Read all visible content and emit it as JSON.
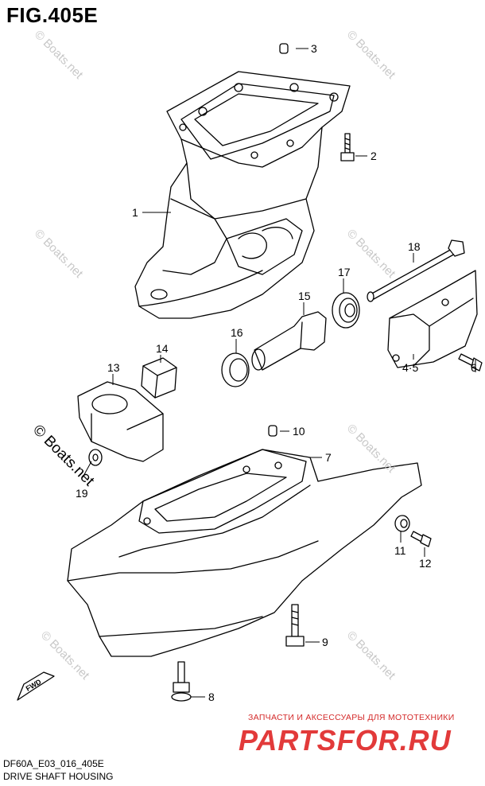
{
  "figure": {
    "title": "FIG.405E",
    "code": "DF60A_E03_016_405E",
    "name": "DRIVE SHAFT HOUSING"
  },
  "callouts": [
    "1",
    "2",
    "3",
    "4·5",
    "6",
    "7",
    "8",
    "9",
    "10",
    "11",
    "12",
    "13",
    "14",
    "15",
    "16",
    "17",
    "18",
    "19"
  ],
  "watermarks": {
    "small": "© Boats.net",
    "large": "© Boats.net"
  },
  "advert": {
    "tagline": "ЗАПЧАСТИ И АКСЕССУАРЫ ДЛЯ МОТОТЕХНИКИ",
    "logo": "PARTSFOR.RU",
    "color": "#e23a3a"
  },
  "icons": {
    "fwd_arrow": "FWD",
    "fwd_arrow_icon": "fwd-arrow-icon"
  }
}
